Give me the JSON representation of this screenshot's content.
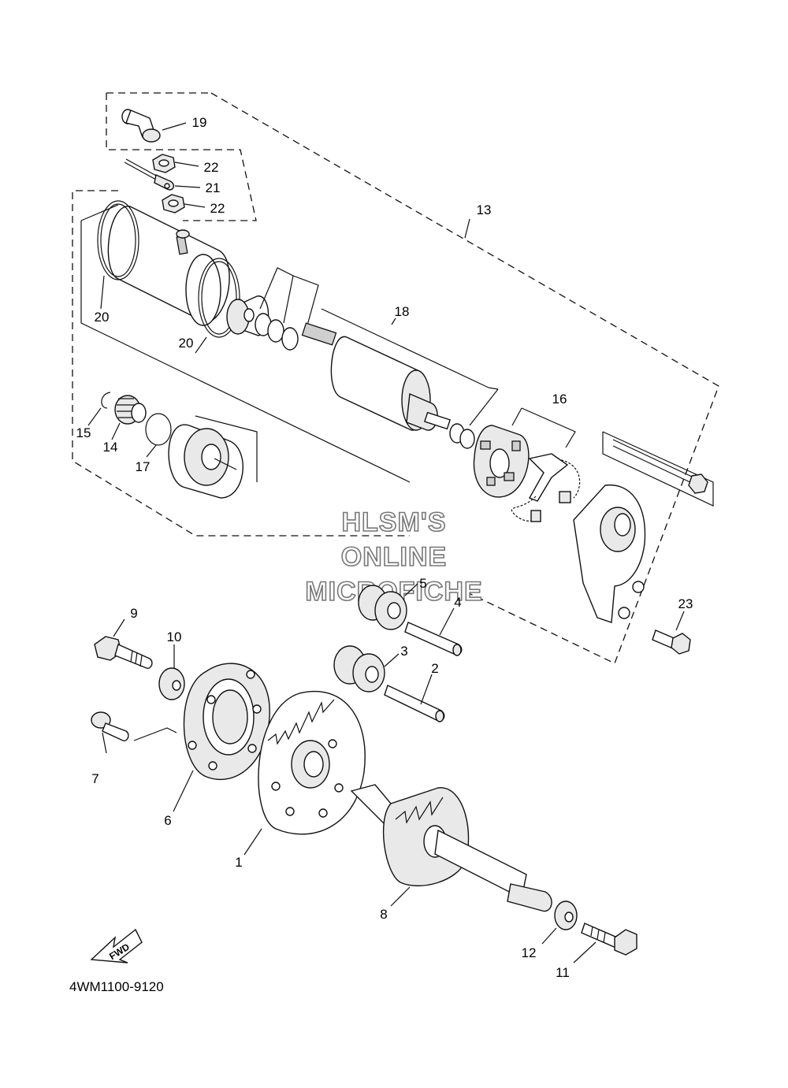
{
  "callouts": {
    "c1": "1",
    "c2": "2",
    "c3": "3",
    "c4": "4",
    "c5": "5",
    "c6": "6",
    "c7": "7",
    "c8": "8",
    "c9": "9",
    "c10": "10",
    "c11": "11",
    "c12": "12",
    "c13": "13",
    "c14": "14",
    "c15": "15",
    "c16": "16",
    "c17": "17",
    "c18": "18",
    "c19": "19",
    "c20a": "20",
    "c20b": "20",
    "c21": "21",
    "c22a": "22",
    "c22b": "22",
    "c23": "23"
  },
  "watermark": {
    "line1": "HLSM'S",
    "line2": "ONLINE",
    "line3": "MICROFICHE"
  },
  "fwd_label": "FWD",
  "diagram_code": "4WM1100-9120"
}
